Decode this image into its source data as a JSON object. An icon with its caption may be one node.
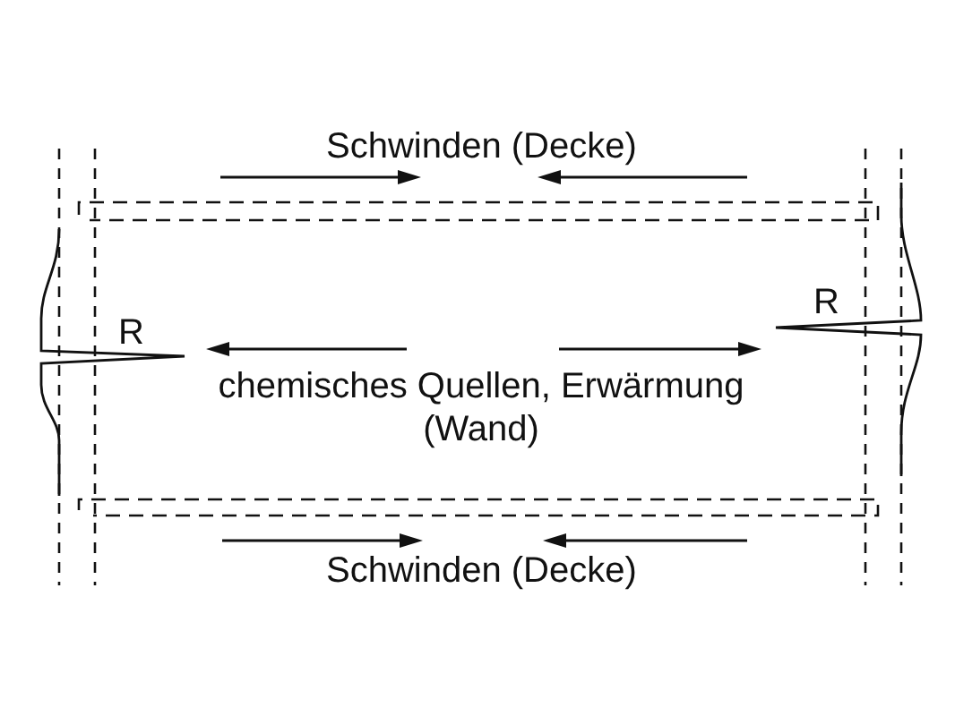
{
  "diagram": {
    "labels": [
      "Schwinden (Decke)",
      "R",
      "R",
      "chemisches Quellen, Erwärmung (Wand)",
      "Schwinden (Decke)"
    ]
  }
}
